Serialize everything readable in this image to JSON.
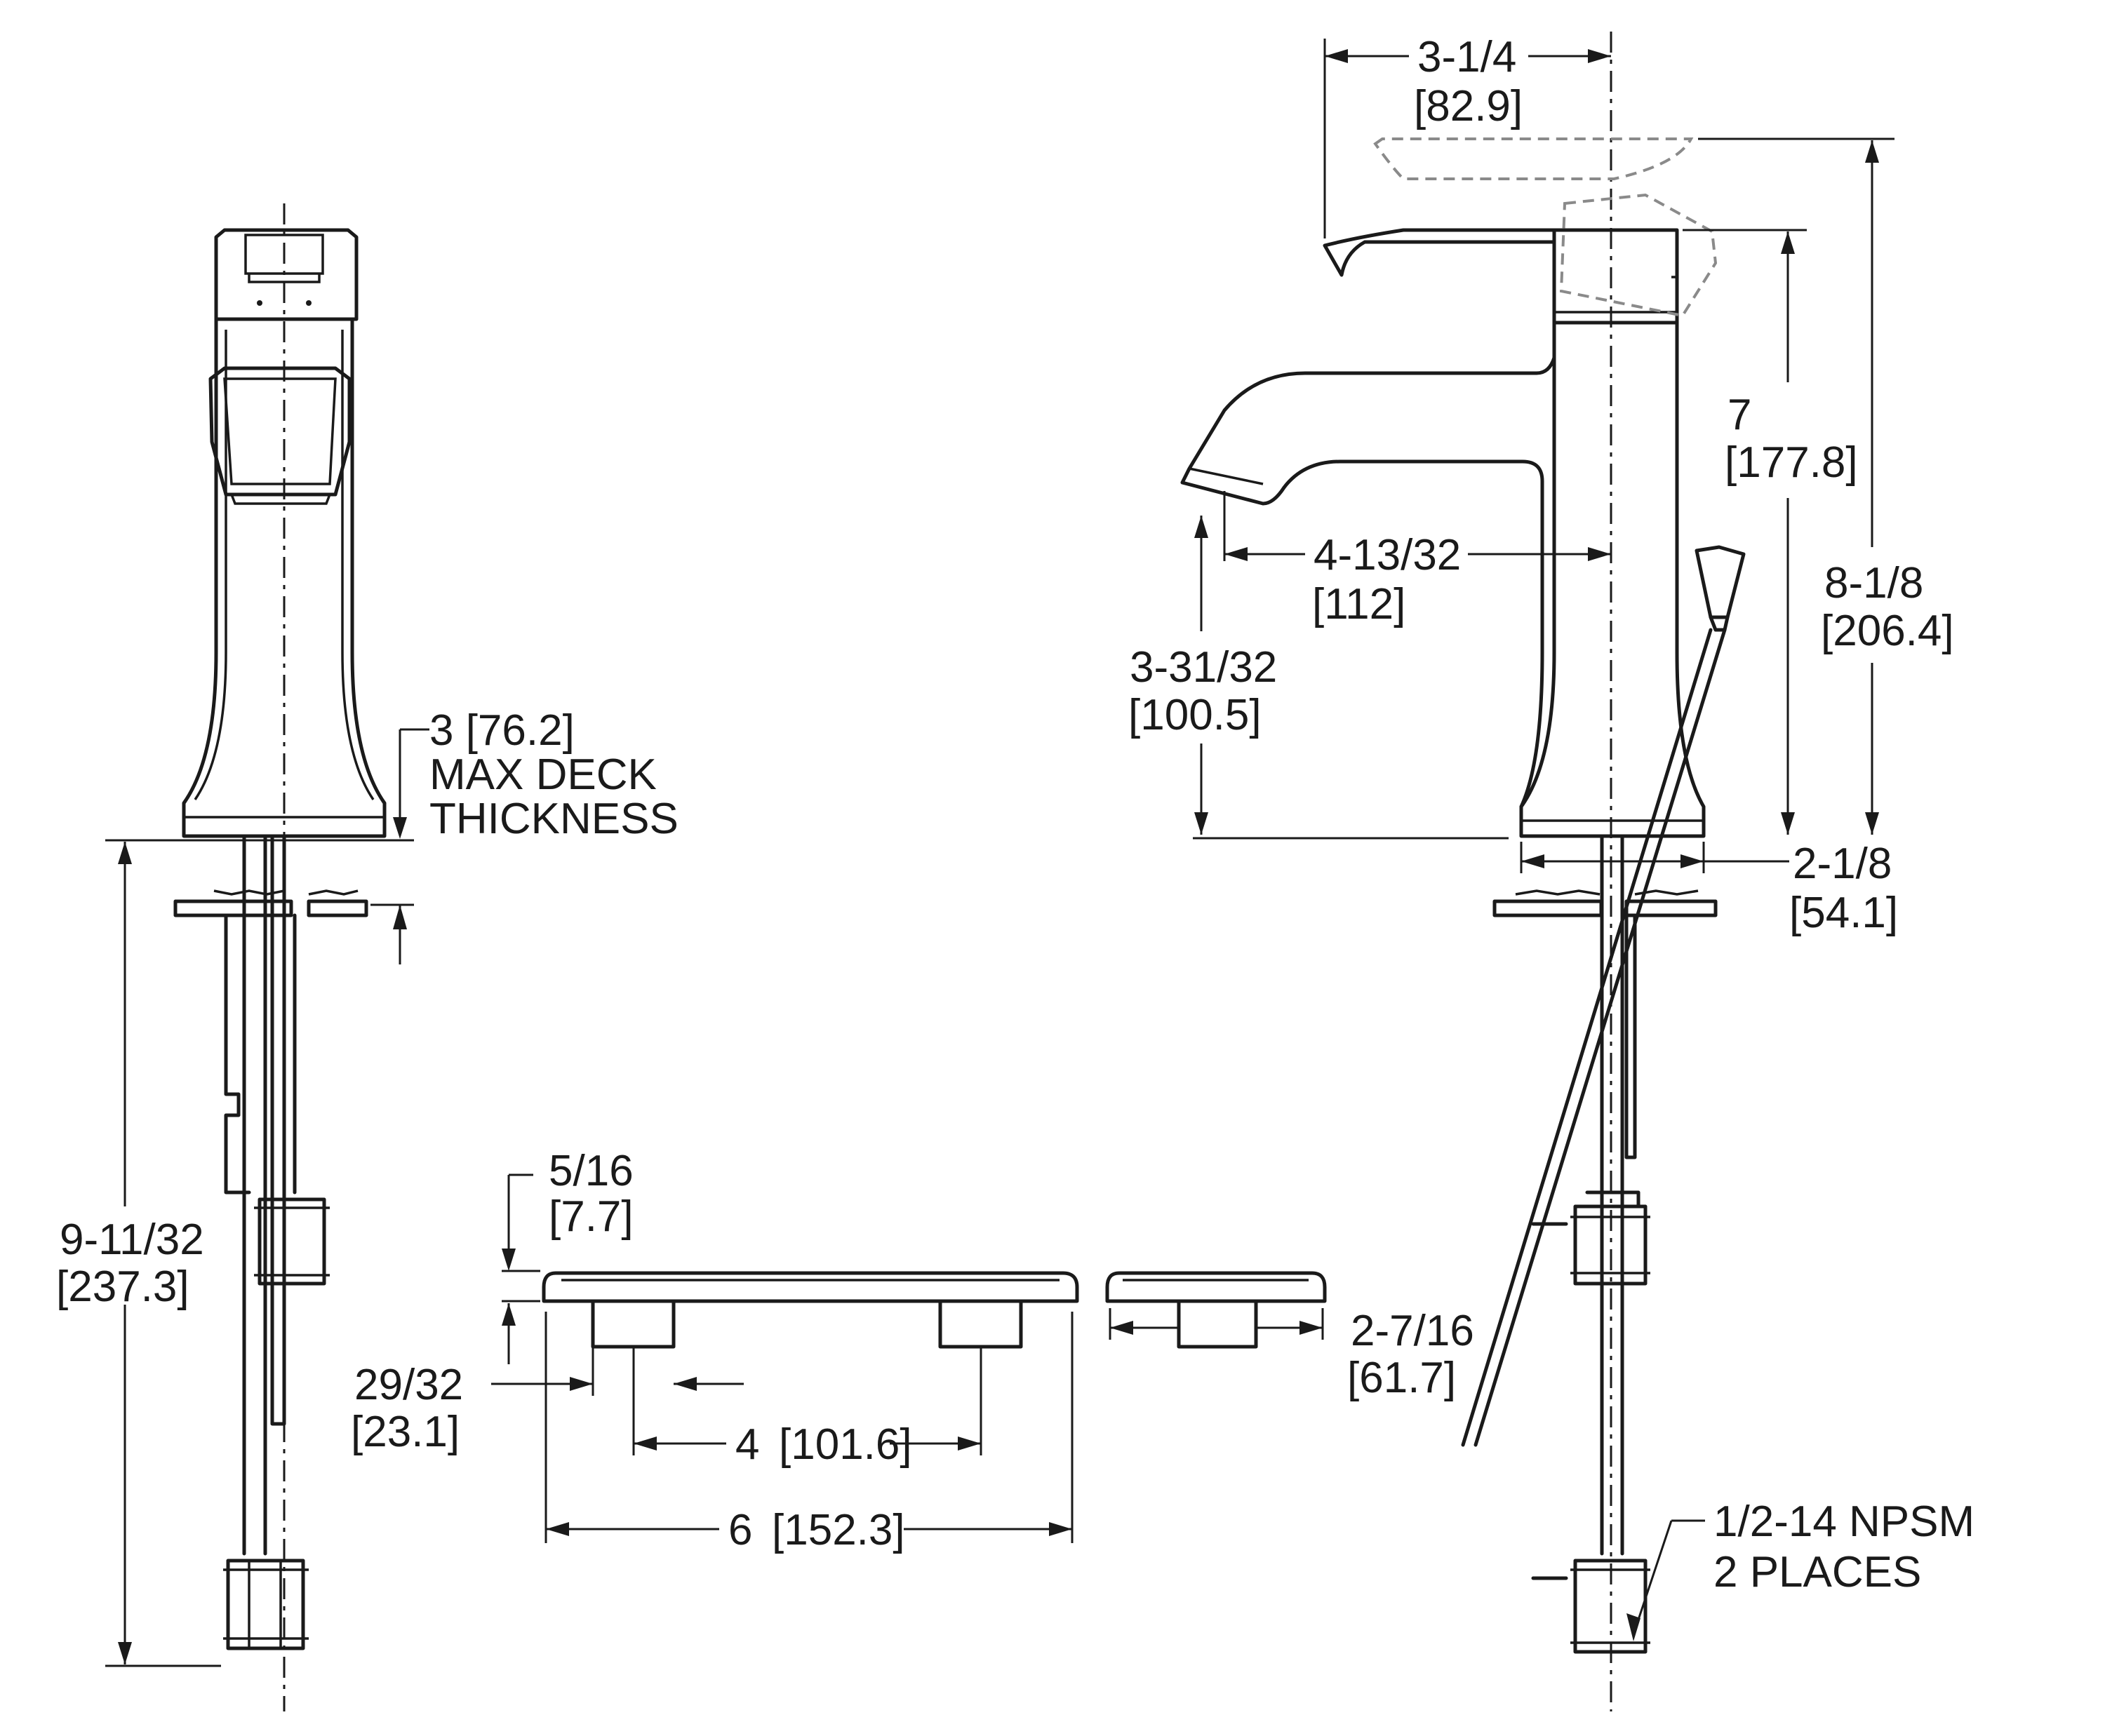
{
  "dimensions": {
    "top_offset": {
      "imperial": "3-1/4",
      "metric": "[82.9]"
    },
    "body_height": {
      "imperial": "7",
      "metric": "[177.8]"
    },
    "overall_height": {
      "imperial": "8-1/8",
      "metric": "[206.4]"
    },
    "spout_reach": {
      "imperial": "4-13/32",
      "metric": "[112]"
    },
    "spout_clearance": {
      "imperial": "3-31/32",
      "metric": "[100.5]"
    },
    "base_diameter": {
      "imperial": "2-1/8",
      "metric": "[54.1]"
    },
    "max_deck": {
      "line1": "3  [76.2]",
      "line2": "MAX DECK",
      "line3": "THICKNESS"
    },
    "below_deck": {
      "imperial": "9-11/32",
      "metric": "[237.3]"
    },
    "plate_height": {
      "imperial": "5/16",
      "metric": "[7.7]"
    },
    "shank_offset": {
      "imperial": "29/32",
      "metric": "[23.1]"
    },
    "center_spacing": {
      "imperial": "4",
      "metric": "[101.6]"
    },
    "plate_length": {
      "imperial": "6",
      "metric": "[152.3]"
    },
    "escutcheon_width": {
      "imperial": "2-7/16",
      "metric": "[61.7]"
    },
    "connection": {
      "line1": "1/2-14  NPSM",
      "line2": "2  PLACES"
    }
  }
}
